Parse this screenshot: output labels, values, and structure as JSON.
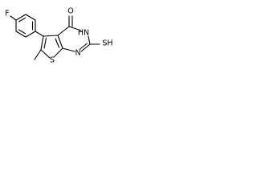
{
  "molecule": {
    "atoms": {
      "fluorine": "F",
      "carbonyl_oxygen": "O",
      "ring_nh": "HN",
      "ring_n": "N",
      "thiol": "SH",
      "thiophene_s": "S"
    }
  }
}
